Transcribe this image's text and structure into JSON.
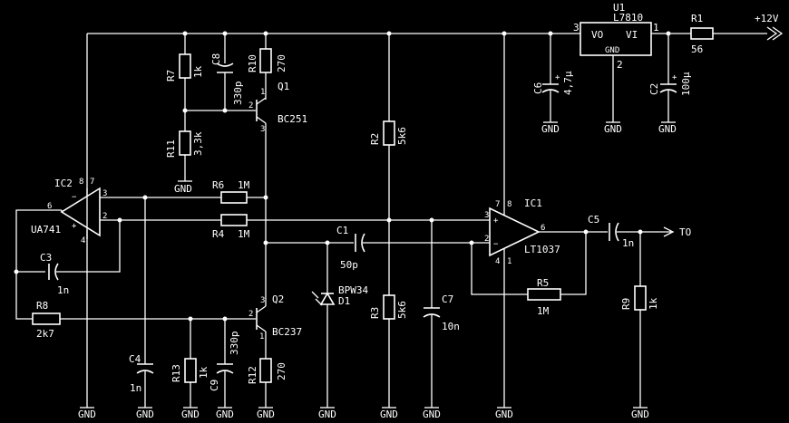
{
  "labels": {
    "u1": "U1",
    "u1_part": "L7810",
    "u1_vo": "VO",
    "u1_vi": "VI",
    "u1_gnd": "GND",
    "u1_pin1": "1",
    "u1_pin2": "2",
    "u1_pin3": "3",
    "r1": "R1",
    "r1_val": "56",
    "vcc": "+12V",
    "c6": "C6",
    "c6_val": "4,7µ",
    "c2": "C2",
    "c2_val": "100µ",
    "r7": "R7",
    "r7_val": "1k",
    "c8": "C8",
    "c8_val": "330p",
    "r10": "R10",
    "r10_val": "270",
    "q1": "Q1",
    "q1_part": "BC251",
    "q1_p1": "1",
    "q1_p2": "2",
    "q1_p3": "3",
    "r11": "R11",
    "r11_val": "3,3k",
    "r2": "R2",
    "r2_val": "5k6",
    "ic2": "IC2",
    "ic2_part": "UA741",
    "ic2_p2": "2",
    "ic2_p3": "3",
    "ic2_p4": "4",
    "ic2_p6": "6",
    "ic2_p7": "7",
    "ic2_p8": "8",
    "r6": "R6",
    "r6_val": "1M",
    "r4": "R4",
    "r4_val": "1M",
    "ic1": "IC1",
    "ic1_part": "LT1037",
    "ic1_p2": "2",
    "ic1_p3": "3",
    "ic1_p4": "4",
    "ic1_p6": "6",
    "ic1_p7": "7",
    "ic1_p8": "8",
    "ic1_p1": "1",
    "c5": "C5",
    "c5_val": "1n",
    "out": "TO",
    "c1": "C1",
    "c1_val": "50p",
    "c3": "C3",
    "c3_val": "1n",
    "r8": "R8",
    "r8_val": "2k7",
    "q2": "Q2",
    "q2_part": "BC237",
    "q2_p1": "1",
    "q2_p2": "2",
    "q2_p3": "3",
    "d1": "D1",
    "d1_part": "BPW34",
    "r3": "R3",
    "r3_val": "5k6",
    "c7": "C7",
    "c7_val": "10n",
    "r5": "R5",
    "r5_val": "1M",
    "r9": "R9",
    "r9_val": "1k",
    "c4": "C4",
    "c4_val": "1n",
    "r13": "R13",
    "r13_val": "1k",
    "c9": "C9",
    "c9_val": "330p",
    "r12": "R12",
    "r12_val": "270",
    "gnd": "GND"
  }
}
